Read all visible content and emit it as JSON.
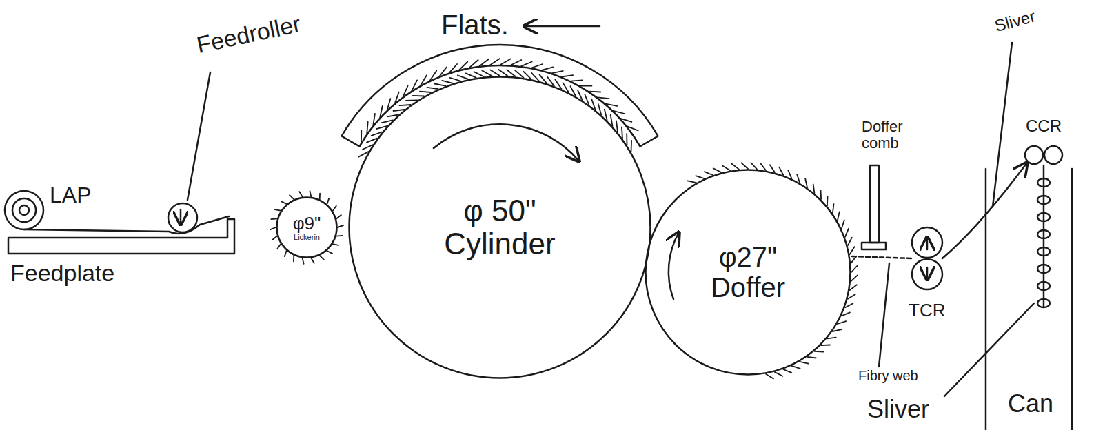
{
  "diagram": {
    "nodes": [
      {
        "text": [
          "φ9\"",
          "Lickerin"
        ]
      },
      {
        "text": [
          "φ 50\" Cylinder"
        ]
      },
      {
        "text": [
          "φ27\" Doffer"
        ]
      }
    ],
    "labels": [
      "Flats.",
      "Feedroller",
      "LAP",
      "Feedplate",
      "Doffer comb",
      "Sliver",
      "CCR",
      "TCR",
      "Fibry web",
      "Sliver",
      "Can"
    ]
  }
}
